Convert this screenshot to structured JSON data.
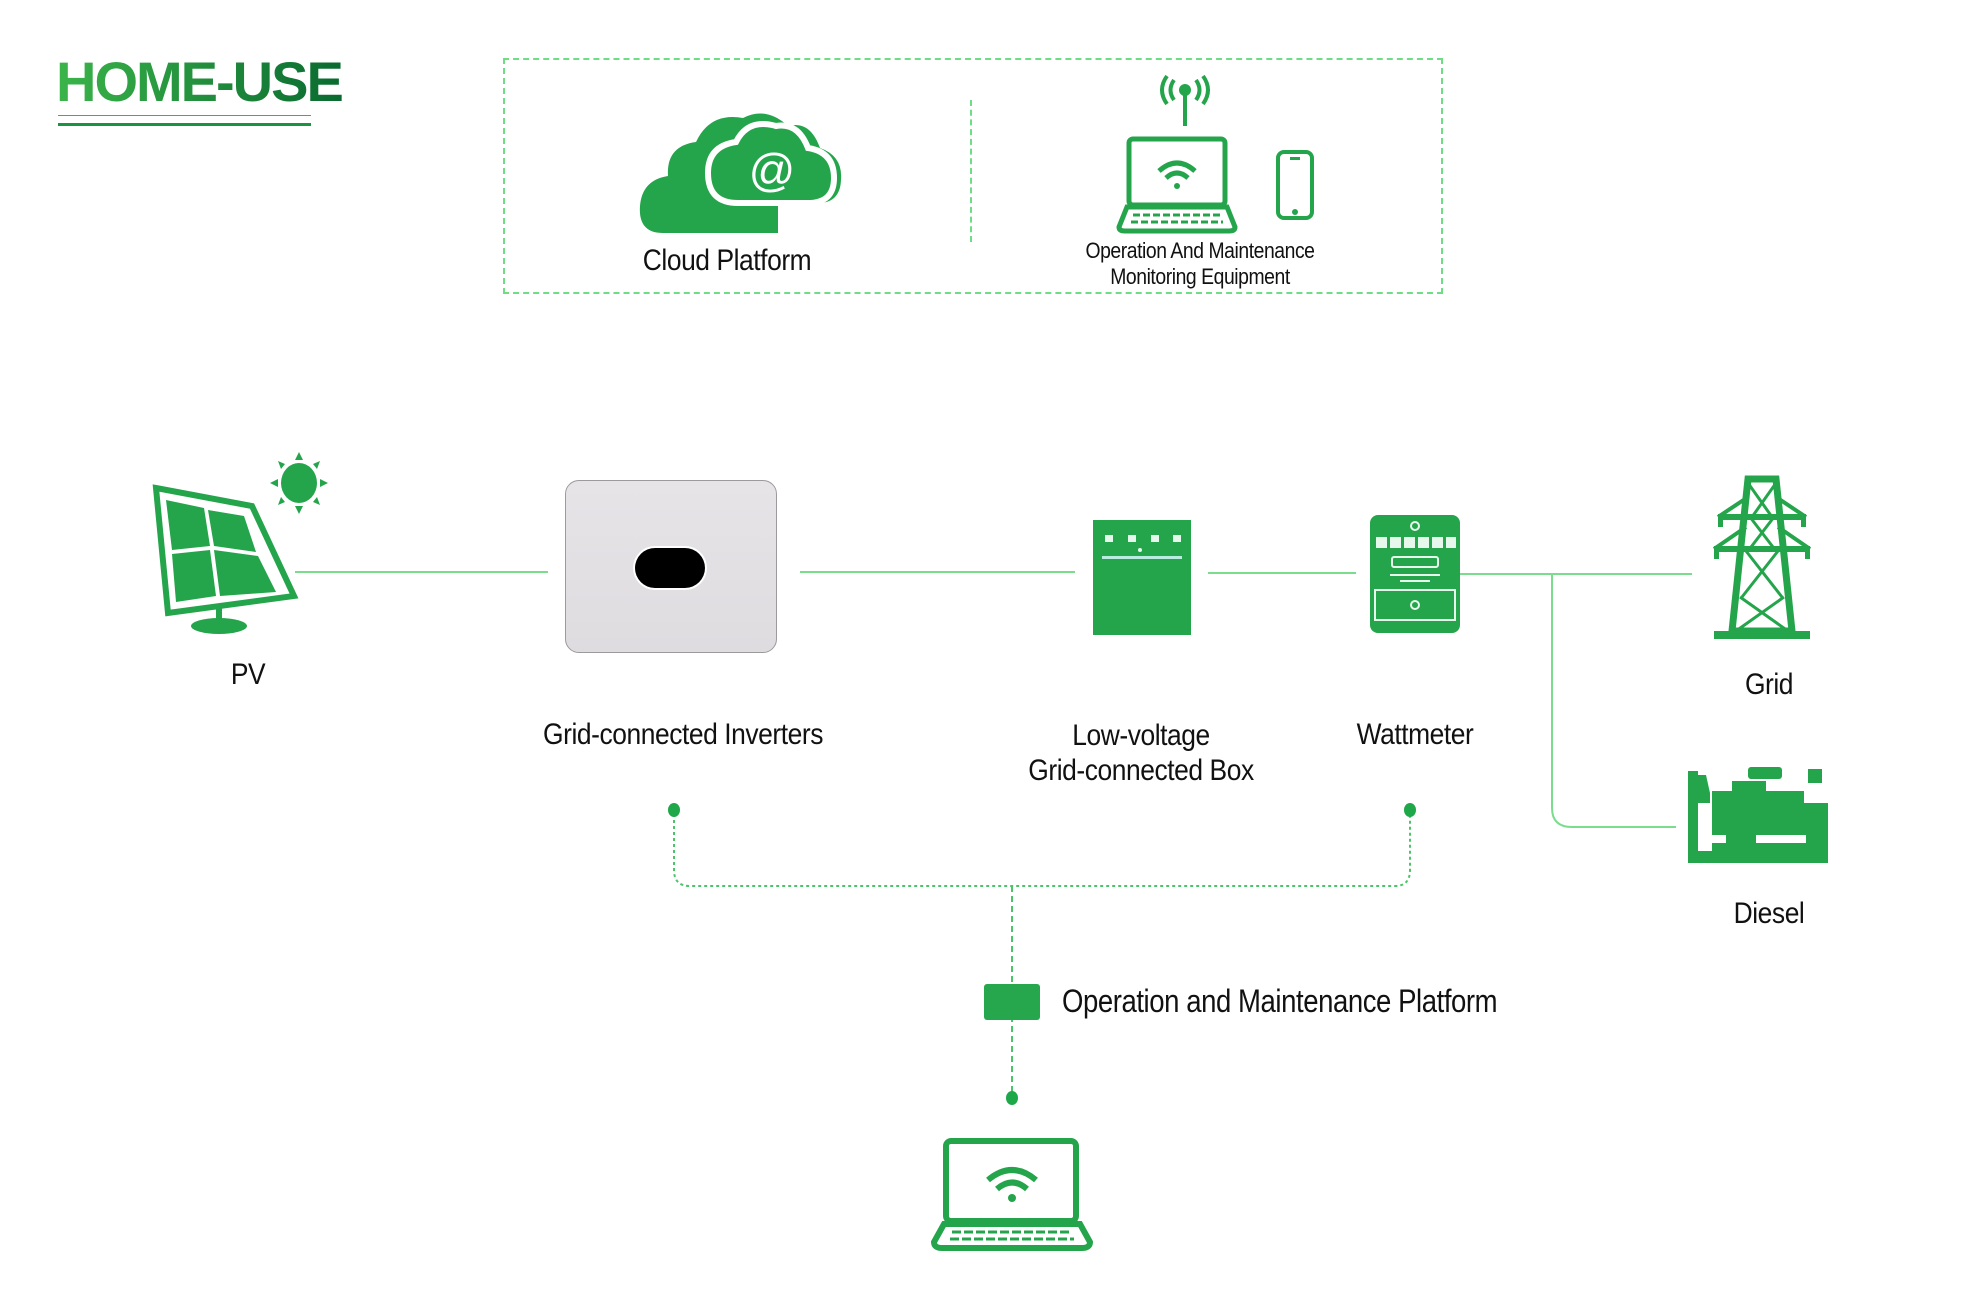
{
  "title": "HOME-USE",
  "colors": {
    "accent": "#26a74e",
    "line": "#7cdc8e",
    "title_start": "#3bb54a",
    "title_end": "#0a6a30"
  },
  "top_panel": {
    "cloud": {
      "icon": "cloud-at-icon",
      "label": "Cloud Platform"
    },
    "monitoring": {
      "icons": [
        "antenna-icon",
        "laptop-wifi-icon",
        "smartphone-icon"
      ],
      "label_line1": "Operation And Maintenance",
      "label_line2": "Monitoring Equipment"
    }
  },
  "nodes": {
    "pv": {
      "icon": "solar-panel-icon",
      "label": "PV"
    },
    "inverter": {
      "icon": "inverter-icon",
      "label": "Grid-connected Inverters"
    },
    "lv_box": {
      "icon": "distribution-box-icon",
      "label_line1": "Low-voltage",
      "label_line2": "Grid-connected Box"
    },
    "wattmeter": {
      "icon": "electric-meter-icon",
      "label": "Wattmeter"
    },
    "grid": {
      "icon": "transmission-tower-icon",
      "label": "Grid"
    },
    "diesel": {
      "icon": "diesel-generator-icon",
      "label": "Diesel"
    }
  },
  "om_platform": {
    "label": "Operation and Maintenance Platform",
    "terminal_icon": "laptop-wifi-icon"
  }
}
